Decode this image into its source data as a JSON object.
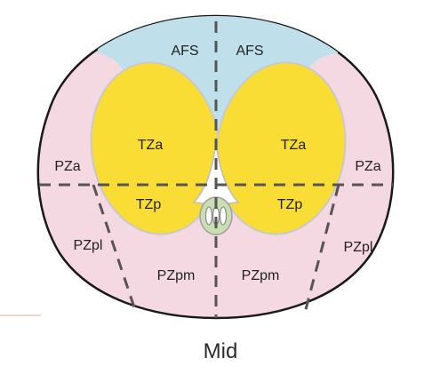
{
  "caption": "Mid",
  "labels": {
    "afs_left": "AFS",
    "afs_right": "AFS",
    "tza_left": "TZa",
    "tza_right": "TZa",
    "tzp_left": "TZp",
    "tzp_right": "TZp",
    "pza_left": "PZa",
    "pza_right": "PZa",
    "pzpl_left": "PZpl",
    "pzpl_right": "PZpl",
    "pzpm_left": "PZpm",
    "pzpm_right": "PZpm"
  },
  "colors": {
    "peripheral_zone": "#f4d9e2",
    "anterior_fibromuscular_stroma": "#bfe0ea",
    "transition_zone": "#f9dd35",
    "urethra": "#ffffff",
    "ejaculatory_ducts": "#c9dfb2",
    "outline": "#1a1a1a",
    "dividers": "#555555"
  }
}
